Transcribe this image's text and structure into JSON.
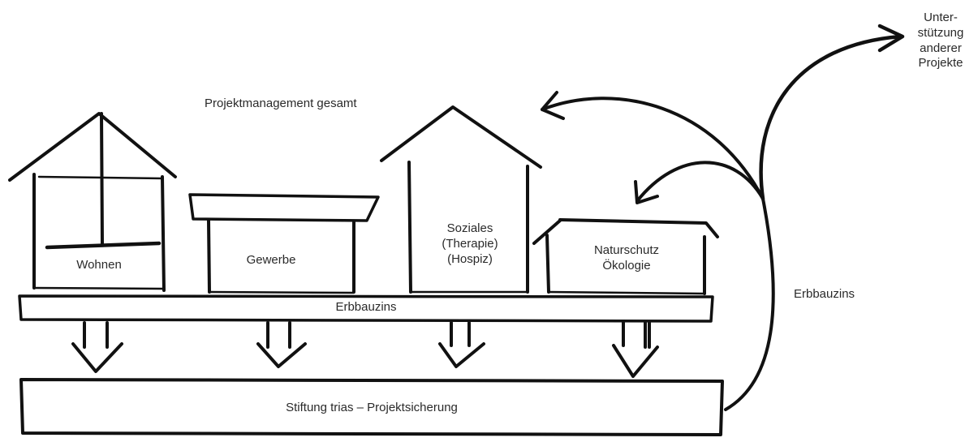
{
  "labels": {
    "project_management": "Projektmanagement gesamt",
    "wohnen": "Wohnen",
    "gewerbe": "Gewerbe",
    "soziales_l1": "Soziales",
    "soziales_l2": "(Therapie)",
    "soziales_l3": "(Hospiz)",
    "naturschutz_l1": "Naturschutz",
    "naturschutz_l2": "Ökologie",
    "erbbauzins_bar": "Erbbauzins",
    "erbbauzins_side": "Erbbauzins",
    "stiftung": "Stiftung trias – Projektsicherung",
    "support_l1": "Unter-",
    "support_l2": "stützung",
    "support_l3": "anderer",
    "support_l4": "Projekte"
  }
}
